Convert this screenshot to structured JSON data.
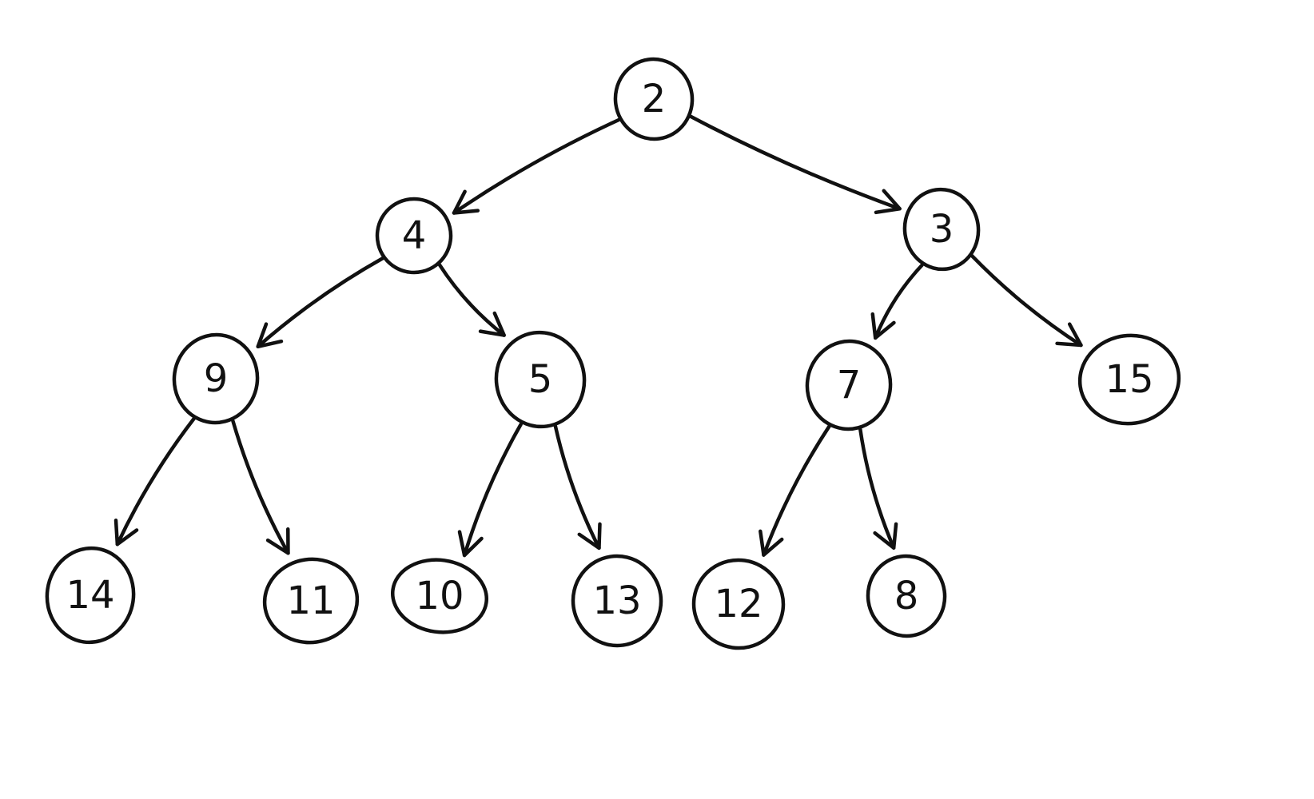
{
  "tree": {
    "nodes": [
      {
        "id": "n2",
        "label": "2"
      },
      {
        "id": "n4",
        "label": "4"
      },
      {
        "id": "n3",
        "label": "3"
      },
      {
        "id": "n9",
        "label": "9"
      },
      {
        "id": "n5",
        "label": "5"
      },
      {
        "id": "n7",
        "label": "7"
      },
      {
        "id": "n15",
        "label": "15"
      },
      {
        "id": "n14",
        "label": "14"
      },
      {
        "id": "n11",
        "label": "11"
      },
      {
        "id": "n10",
        "label": "10"
      },
      {
        "id": "n13",
        "label": "13"
      },
      {
        "id": "n12",
        "label": "12"
      },
      {
        "id": "n8",
        "label": "8"
      }
    ],
    "edges": [
      {
        "from": "n2",
        "to": "n4"
      },
      {
        "from": "n2",
        "to": "n3"
      },
      {
        "from": "n4",
        "to": "n9"
      },
      {
        "from": "n4",
        "to": "n5"
      },
      {
        "from": "n3",
        "to": "n7"
      },
      {
        "from": "n3",
        "to": "n15"
      },
      {
        "from": "n9",
        "to": "n14"
      },
      {
        "from": "n9",
        "to": "n11"
      },
      {
        "from": "n5",
        "to": "n10"
      },
      {
        "from": "n5",
        "to": "n13"
      },
      {
        "from": "n7",
        "to": "n12"
      },
      {
        "from": "n7",
        "to": "n8"
      }
    ]
  },
  "style": {
    "ink_color": "#111111",
    "background_color": "#ffffff"
  }
}
